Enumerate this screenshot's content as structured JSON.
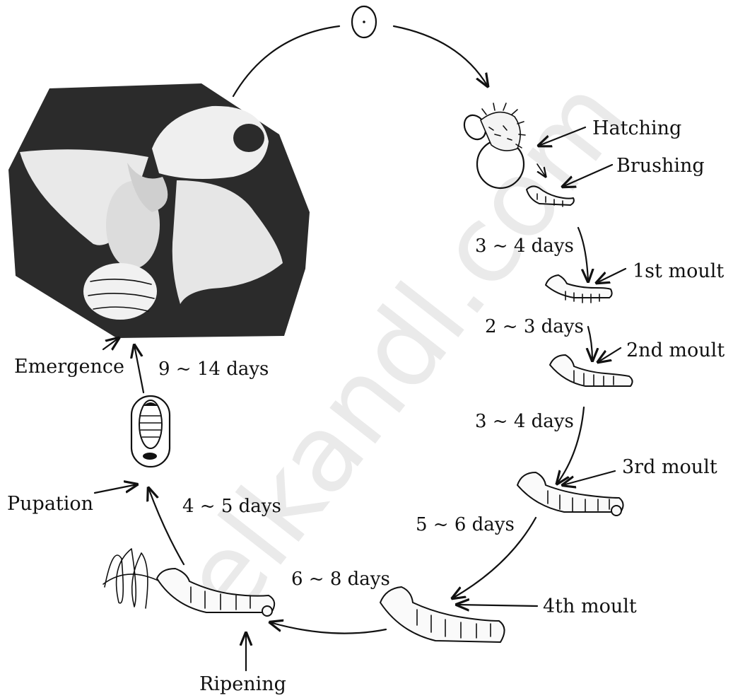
{
  "watermark": "elkandl.com",
  "labels": {
    "hatching": "Hatching",
    "brushing": "Brushing",
    "first_moult": "1st moult",
    "second_moult": "2nd moult",
    "third_moult": "3rd moult",
    "fourth_moult": "4th moult",
    "ripening": "Ripening",
    "pupation": "Pupation",
    "emergence": "Emergence"
  },
  "durations": {
    "d1": "3 ~ 4 days",
    "d2": "2 ~ 3 days",
    "d3": "3 ~ 4 days",
    "d4": "5 ~ 6 days",
    "d5": "6 ~ 8 days",
    "d6": "4 ~ 5 days",
    "d7": "9 ~ 14 days"
  },
  "colors": {
    "ink": "#111111",
    "photo_bg": "#2b2b2b",
    "moth": "#e9e9e9"
  }
}
